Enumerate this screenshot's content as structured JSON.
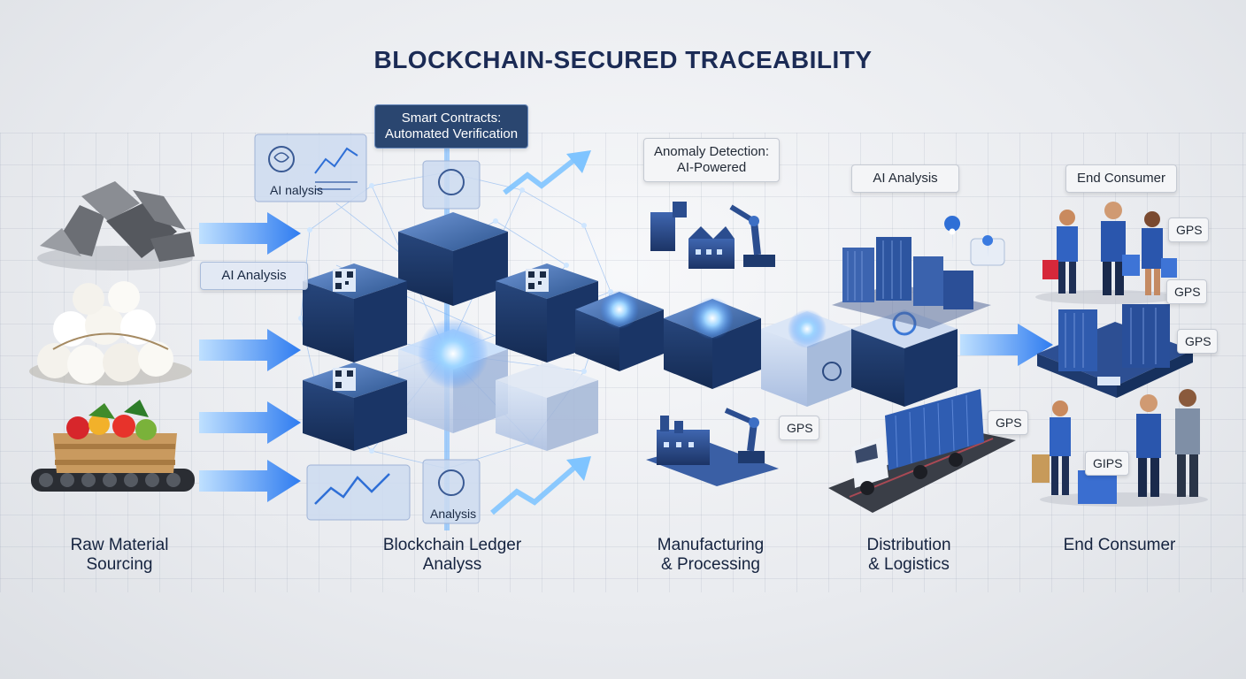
{
  "title": "BLOCKCHAIN-SECURED TRACEABILITY",
  "callouts": {
    "smart_contracts_line1": "Smart Contracts:",
    "smart_contracts_line2": "Automated Verification",
    "ai_analysis_screen": "AI nalysis",
    "ai_analysis_left": "AI Analysis",
    "analysis_bottom": "Analysis",
    "anomaly_line1": "Anomaly Detection:",
    "anomaly_line2": "AI-Powered",
    "ai_analysis_right": "AI Analysis",
    "end_consumer_top": "End Consumer",
    "gps": "GPS",
    "gps_variant": "GIPS"
  },
  "stages": [
    {
      "line1": "Raw Material",
      "line2": "Sourcing"
    },
    {
      "line1": "Blockchain Ledger",
      "line2": "Analyss"
    },
    {
      "line1": "Manufacturing",
      "line2": "& Processing"
    },
    {
      "line1": "Distribution",
      "line2": "& Logistics"
    },
    {
      "line1": "End Consumer",
      "line2": ""
    }
  ],
  "colors": {
    "title": "#1b2b55",
    "cube_dark": "#1e3a6e",
    "cube_mid": "#2f5aa0",
    "glow": "#7fc4ff",
    "arrow": "#3b8bff"
  },
  "icons": [
    "brain-icon",
    "qr-code-icon",
    "trend-arrow-icon",
    "location-pin-icon",
    "factory-icon",
    "robot-arm-icon",
    "truck-icon",
    "container-icon",
    "shopping-bag-icon",
    "fingerprint-icon"
  ]
}
